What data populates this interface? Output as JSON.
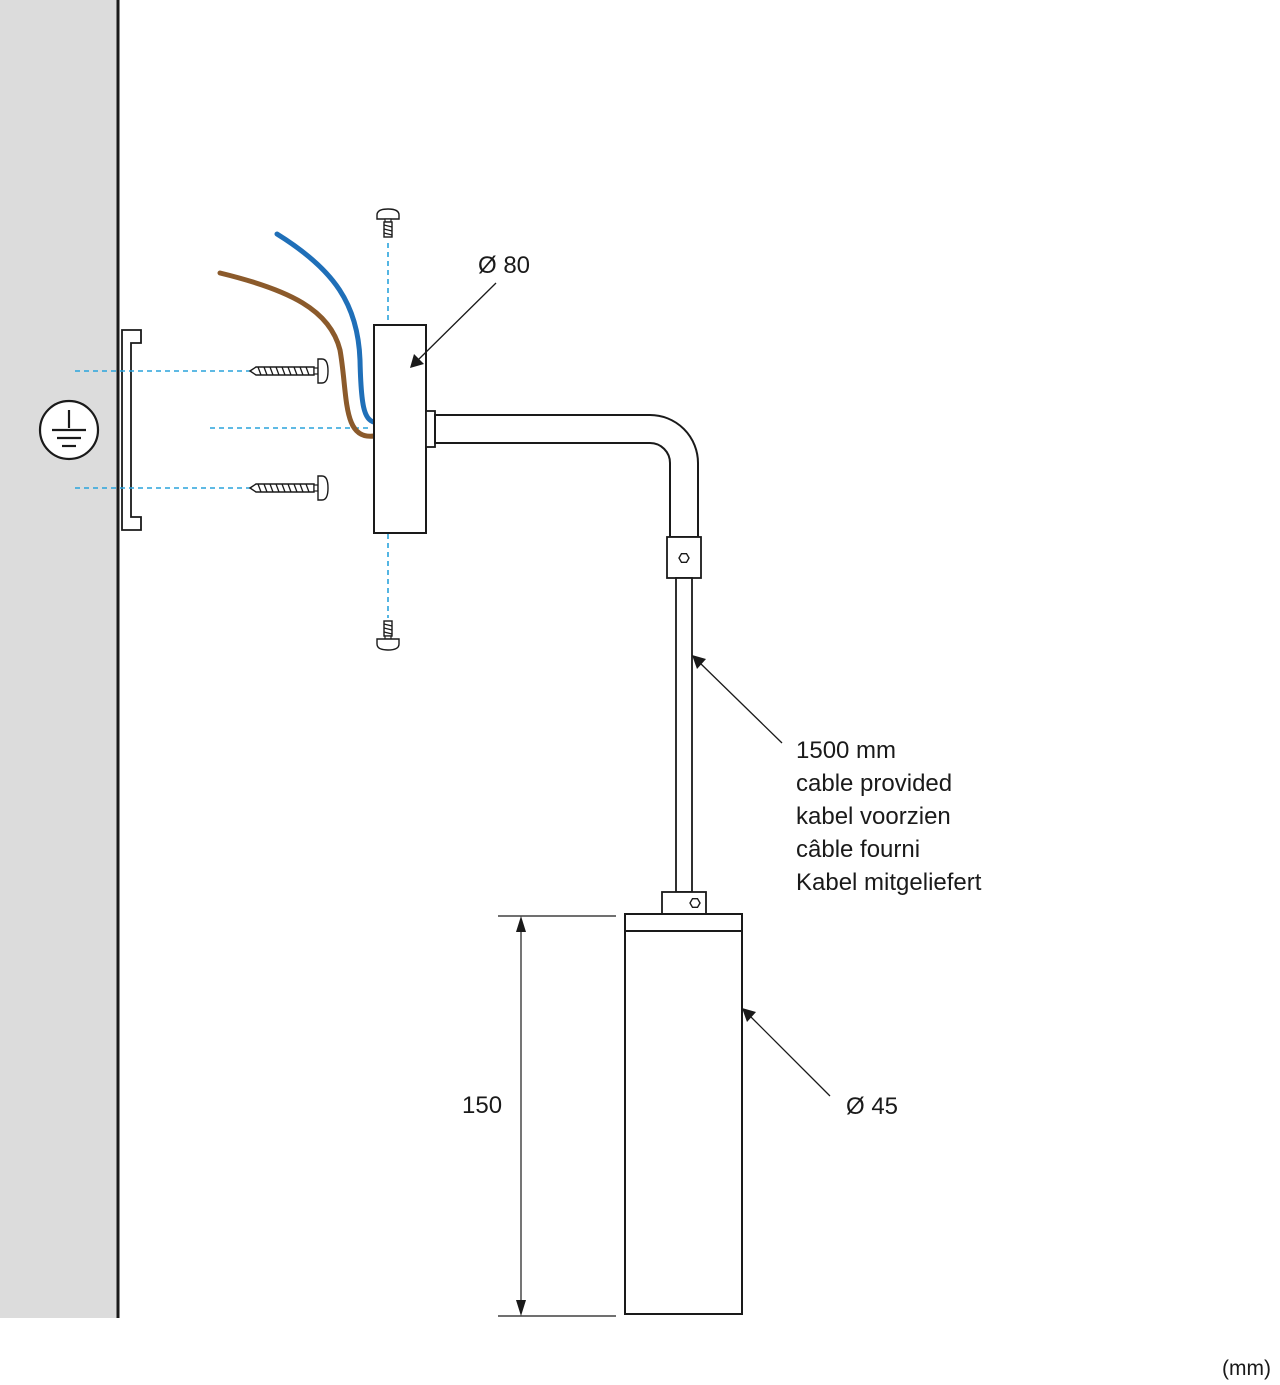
{
  "labels": {
    "canopy_diameter": "Ø 80",
    "shade_diameter": "Ø 45",
    "shade_height": "150",
    "unit": "(mm)",
    "cable_note": [
      "1500 mm",
      "cable provided",
      "kabel voorzien",
      "câble fourni",
      "Kabel mitgeliefert"
    ]
  },
  "colors": {
    "wall": "#dcdcdc",
    "outline": "#1a1a1a",
    "dashed_guide": "#2aa3dc",
    "blue_wire": "#1f6fb8",
    "brown_wire": "#8b5a2b"
  },
  "icons": [
    "earth-ground-icon",
    "screw-icon",
    "hex-bolt-icon"
  ]
}
